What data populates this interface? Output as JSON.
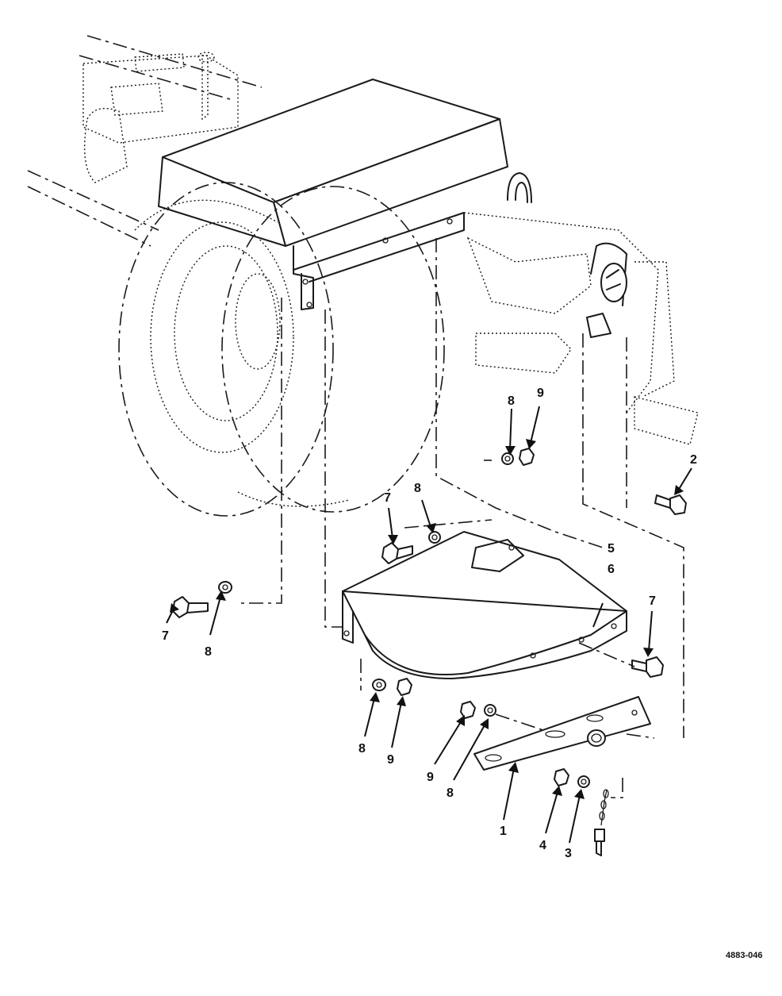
{
  "figure_id": "4883-046",
  "callouts": {
    "c1": "1",
    "c2": "2",
    "c3": "3",
    "c4": "4",
    "c5": "5",
    "c6": "6",
    "c7a": "7",
    "c7b": "7",
    "c7c": "7",
    "c8a": "8",
    "c8b": "8",
    "c8c": "8",
    "c8d": "8",
    "c8e": "8",
    "c9a": "9",
    "c9b": "9",
    "c9c": "9"
  }
}
